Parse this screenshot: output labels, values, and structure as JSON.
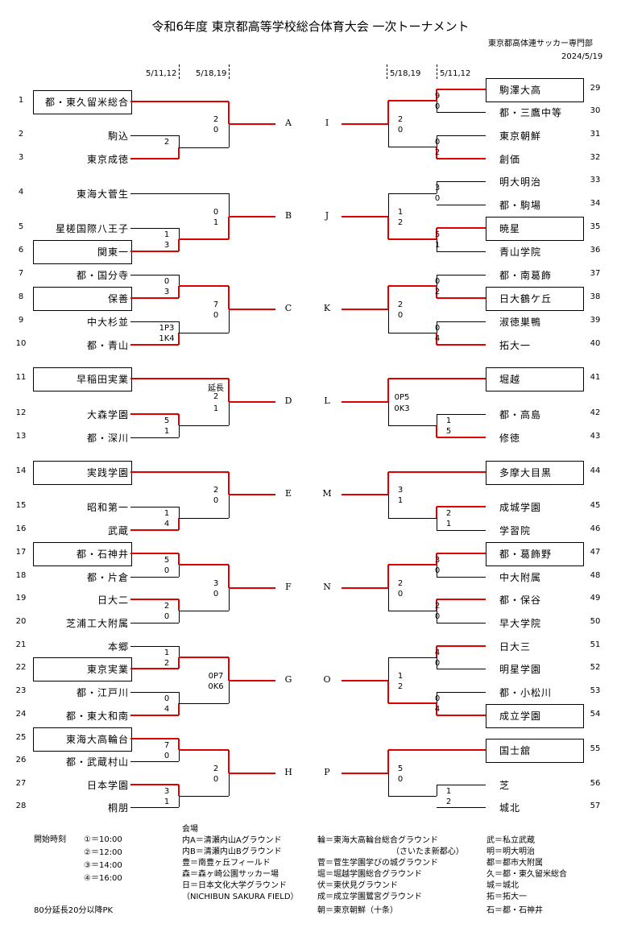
{
  "title": "令和6年度 東京都高等学校総合体育大会 一次トーナメント",
  "organizer": "東京都高体連サッカー専門部",
  "date": "2024/5/19",
  "round_dates": {
    "left_r1": "5/11,12",
    "left_r2": "5/18,19",
    "right_r2": "5/18,19",
    "right_r1": "5/11,12"
  },
  "left_teams": [
    {
      "no": "1",
      "name": "都・東久留米総合"
    },
    {
      "no": "2",
      "name": "駒込"
    },
    {
      "no": "3",
      "name": "東京成徳"
    },
    {
      "no": "4",
      "name": "東海大菅生"
    },
    {
      "no": "5",
      "name": "星槎国際八王子"
    },
    {
      "no": "6",
      "name": "関東一"
    },
    {
      "no": "7",
      "name": "都・国分寺"
    },
    {
      "no": "8",
      "name": "保善"
    },
    {
      "no": "9",
      "name": "中大杉並"
    },
    {
      "no": "10",
      "name": "都・青山"
    },
    {
      "no": "11",
      "name": "早稲田実業"
    },
    {
      "no": "12",
      "name": "大森学園"
    },
    {
      "no": "13",
      "name": "都・深川"
    },
    {
      "no": "14",
      "name": "実践学園"
    },
    {
      "no": "15",
      "name": "昭和第一"
    },
    {
      "no": "16",
      "name": "武蔵"
    },
    {
      "no": "17",
      "name": "都・石神井"
    },
    {
      "no": "18",
      "name": "都・片倉"
    },
    {
      "no": "19",
      "name": "日大二"
    },
    {
      "no": "20",
      "name": "芝浦工大附属"
    },
    {
      "no": "21",
      "name": "本郷"
    },
    {
      "no": "22",
      "name": "東京実業"
    },
    {
      "no": "23",
      "name": "都・江戸川"
    },
    {
      "no": "24",
      "name": "都・東大和南"
    },
    {
      "no": "25",
      "name": "東海大高輪台"
    },
    {
      "no": "26",
      "name": "都・武蔵村山"
    },
    {
      "no": "27",
      "name": "日本学園"
    },
    {
      "no": "28",
      "name": "桐朋"
    }
  ],
  "right_teams": [
    {
      "no": "29",
      "name": "駒澤大高"
    },
    {
      "no": "30",
      "name": "都・三鷹中等"
    },
    {
      "no": "31",
      "name": "東京朝鮮"
    },
    {
      "no": "32",
      "name": "創価"
    },
    {
      "no": "33",
      "name": "明大明治"
    },
    {
      "no": "34",
      "name": "都・駒場"
    },
    {
      "no": "35",
      "name": "暁星"
    },
    {
      "no": "36",
      "name": "青山学院"
    },
    {
      "no": "37",
      "name": "都・南葛飾"
    },
    {
      "no": "38",
      "name": "日大鶴ケ丘"
    },
    {
      "no": "39",
      "name": "淑徳巣鴨"
    },
    {
      "no": "40",
      "name": "拓大一"
    },
    {
      "no": "41",
      "name": "堀越"
    },
    {
      "no": "42",
      "name": "都・高島"
    },
    {
      "no": "43",
      "name": "修徳"
    },
    {
      "no": "44",
      "name": "多摩大目黒"
    },
    {
      "no": "45",
      "name": "成城学園"
    },
    {
      "no": "46",
      "name": "学習院"
    },
    {
      "no": "47",
      "name": "都・葛飾野"
    },
    {
      "no": "48",
      "name": "中大附属"
    },
    {
      "no": "49",
      "name": "都・保谷"
    },
    {
      "no": "50",
      "name": "早大学院"
    },
    {
      "no": "51",
      "name": "日大三"
    },
    {
      "no": "52",
      "name": "明星学園"
    },
    {
      "no": "53",
      "name": "都・小松川"
    },
    {
      "no": "54",
      "name": "成立学園"
    },
    {
      "no": "55",
      "name": "国士舘"
    },
    {
      "no": "56",
      "name": "芝"
    },
    {
      "no": "57",
      "name": "城北"
    }
  ],
  "block_labels_left": [
    "A",
    "B",
    "C",
    "D",
    "E",
    "F",
    "G",
    "H"
  ],
  "block_labels_right": [
    "I",
    "J",
    "K",
    "L",
    "M",
    "N",
    "O",
    "P"
  ],
  "scores": {
    "s1": "2",
    "s2": "0",
    "s3": "2",
    "s4": "0",
    "s5": "1",
    "s6": "1",
    "s7": "3",
    "s8": "0",
    "s9": "3",
    "s10": "7",
    "s11": "0",
    "s12": "1P3",
    "s13": "1K4",
    "s14": "延長",
    "s15": "2",
    "s16": "1",
    "s17": "5",
    "s18": "1",
    "s19": "2",
    "s20": "0",
    "s21": "1",
    "s22": "4",
    "s23": "5",
    "s24": "0",
    "s25": "3",
    "s26": "0",
    "s27": "2",
    "s28": "0",
    "s29": "1",
    "s30": "2",
    "s31": "0P7",
    "s32": "0K6",
    "s33": "0",
    "s34": "4",
    "s35": "7",
    "s36": "0",
    "s37": "2",
    "s38": "0",
    "s39": "3",
    "s40": "1",
    "r1": "9",
    "r2": "0",
    "r3": "2",
    "r4": "0",
    "r5": "0",
    "r6": "2",
    "r7": "3",
    "r8": "0",
    "r9": "1",
    "r10": "2",
    "r11": "5",
    "r12": "1",
    "r13": "0",
    "r14": "2",
    "r15": "2",
    "r16": "0",
    "r17": "0",
    "r18": "4",
    "r19": "0P5",
    "r20": "0K3",
    "r21": "1",
    "r22": "5",
    "r23": "3",
    "r24": "1",
    "r25": "2",
    "r26": "1",
    "r27": "3",
    "r28": "0",
    "r29": "2",
    "r30": "0",
    "r31": "2",
    "r32": "0",
    "r33": "4",
    "r34": "0",
    "r35": "1",
    "r36": "2",
    "r37": "0",
    "r38": "4",
    "r39": "5",
    "r40": "0",
    "r41": "1",
    "r42": "2"
  },
  "footer": {
    "kickoff_label": "開始時刻",
    "kickoff_times": [
      "①＝10:00",
      "②＝12:00",
      "③＝14:00",
      "④＝16:00"
    ],
    "extra_time_note": "80分延長20分以降PK",
    "venue_label": "会場",
    "venues_col1": [
      "内A＝清瀬内山Aグラウンド",
      "内B＝清瀬内山Bグラウンド",
      "豊＝南豊ヶ丘フィールド",
      "森＝森ヶ崎公園サッカー場",
      "日＝日本文化大学グラウンド",
      "（NICHIBUN SAKURA FIELD）"
    ],
    "venues_col2": [
      "輪＝東海大高輪台総合グラウンド",
      "（さいたま新都心）",
      "菅＝菅生学園学びの城グラウンド",
      "堀＝堀越学園総合グラウンド",
      "伏＝東伏見グラウンド",
      "成＝成立学園鷺宮グラウンド",
      "朝＝東京朝鮮（十条）"
    ],
    "abbrevs": [
      "武＝私立武蔵",
      "明＝明大明治",
      "都＝都市大附属",
      "久＝都・東久留米総合",
      "城＝城北",
      "拓＝拓大一",
      "石＝都・石神井"
    ]
  }
}
